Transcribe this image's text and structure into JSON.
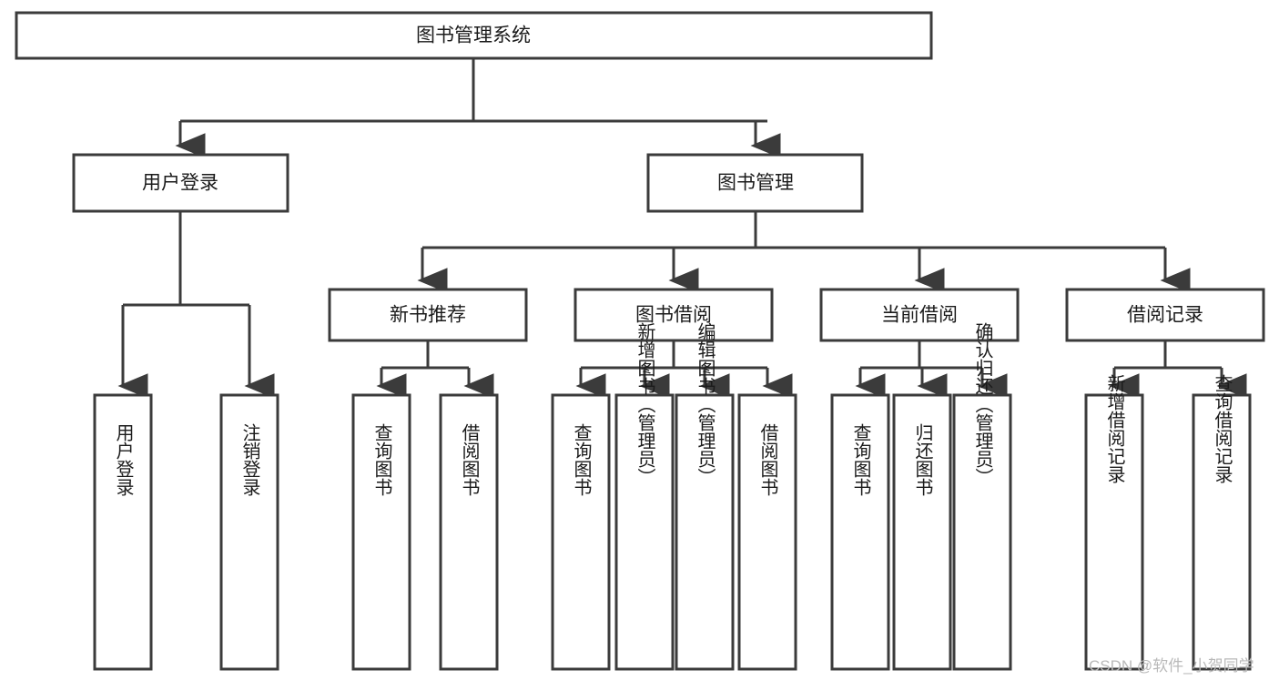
{
  "diagram": {
    "type": "tree-hierarchy-chart",
    "title": "图书管理系统",
    "watermark": "CSDN @软件_小贺同学",
    "root": {
      "id": "root",
      "label": "图书管理系统"
    },
    "level2": [
      {
        "id": "user-login",
        "label": "用户登录"
      },
      {
        "id": "book-manage",
        "label": "图书管理"
      }
    ],
    "level3": [
      {
        "id": "new-book-recommend",
        "label": "新书推荐",
        "parent": "book-manage"
      },
      {
        "id": "book-borrow",
        "label": "图书借阅",
        "parent": "book-manage"
      },
      {
        "id": "current-borrow",
        "label": "当前借阅",
        "parent": "book-manage"
      },
      {
        "id": "borrow-record",
        "label": "借阅记录",
        "parent": "book-manage"
      }
    ],
    "leaves": {
      "user-login": [
        {
          "id": "leaf-user-login",
          "label": "用户登录"
        },
        {
          "id": "leaf-user-logout",
          "label": "注销登录"
        }
      ],
      "new-book-recommend": [
        {
          "id": "leaf-query-book-1",
          "label": "查询图书"
        },
        {
          "id": "leaf-borrow-book-1",
          "label": "借阅图书"
        }
      ],
      "book-borrow": [
        {
          "id": "leaf-query-book-2",
          "label": "查询图书"
        },
        {
          "id": "leaf-add-book",
          "label": "新增图书（管理员）"
        },
        {
          "id": "leaf-edit-book",
          "label": "编辑图书（管理员）"
        },
        {
          "id": "leaf-borrow-book-2",
          "label": "借阅图书"
        }
      ],
      "current-borrow": [
        {
          "id": "leaf-query-book-3",
          "label": "查询图书"
        },
        {
          "id": "leaf-return-book",
          "label": "归还图书"
        },
        {
          "id": "leaf-confirm-return",
          "label": "确认归还（管理员）"
        }
      ],
      "borrow-record": [
        {
          "id": "leaf-add-record",
          "label": "新增借阅记录"
        },
        {
          "id": "leaf-query-record",
          "label": "查询借阅记录"
        }
      ]
    },
    "colors": {
      "box_stroke": "#3b3b3b",
      "box_fill": "#ffffff",
      "text": "#1b1b1b",
      "connector": "#3b3b3b",
      "watermark": "#b9b9b9",
      "background": "#ffffff"
    }
  }
}
